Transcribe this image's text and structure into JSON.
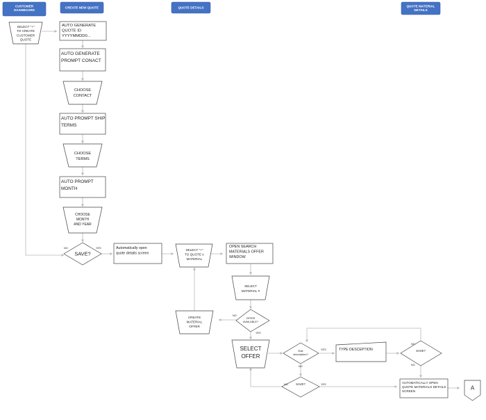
{
  "lanes": {
    "customer_dashboard": [
      "CUSTOMER",
      "DASHBOARD"
    ],
    "create_new_quote": [
      "CREATE NEW QUOTE"
    ],
    "quote_details": [
      "QUOTE DETAILS"
    ],
    "quote_material_details": [
      "QUOTE MATERIAL",
      "DETAILS"
    ]
  },
  "nodes": {
    "select_plus_create": [
      "SELECT \"+\"",
      "TO CREATE",
      "CUSTOMER",
      "QUOTE"
    ],
    "auto_quote_id": [
      "AUTO GENERATE",
      "QUOTE ID",
      "YYYYMMDD0..."
    ],
    "auto_prompt_contact": [
      "AUTO GENERATE",
      "PROMPT CONACT"
    ],
    "choose_contact": [
      "CHOOSE",
      "CONTACT"
    ],
    "auto_prompt_ship": [
      "AUTO PROMPT SHIP",
      "TERMS"
    ],
    "choose_terms": [
      "CHOOSE",
      "TERMS"
    ],
    "auto_prompt_month": [
      "AUTO PROMPT",
      "MONTH"
    ],
    "choose_month_year": [
      "CHOOSE",
      "MONTH",
      "AND YEAR"
    ],
    "save_1": [
      "SAVE?"
    ],
    "open_quote_details": [
      "Automatically open",
      "quote details screen"
    ],
    "select_plus_material": [
      "SELECT \"+\"",
      "TO QUOTE A",
      "MATERIAL"
    ],
    "open_search_window": [
      "OPEN SEARCH",
      "MATERIALS OFFER",
      "WINDOW"
    ],
    "select_material": [
      "SELECT",
      "MATERIAL #"
    ],
    "offer_available": [
      "OFFER",
      "AVAILABLE?"
    ],
    "create_material_offer": [
      "CREATE",
      "MATERIAL",
      "OFFER"
    ],
    "select_offer": [
      "SELECT",
      "OFFER"
    ],
    "edit_description": [
      "Edit",
      "description?"
    ],
    "type_description": [
      "TYPE DESCEPTION"
    ],
    "save_2": [
      "SAVE?"
    ],
    "save_3": [
      "SAVE?"
    ],
    "auto_open_material_details": [
      "AUTOMATICALLY OPEN",
      "QUOTE MATERIALS DETAILS",
      "SCREEN"
    ],
    "offpage_a": [
      "A"
    ]
  },
  "edge_labels": {
    "save1_no": "NO",
    "save1_yes": "YES",
    "offer_no": "NO",
    "offer_yes": "YES",
    "edit_yes": "YES",
    "edit_no": "NO",
    "save2_no": "NO",
    "save2_yes": "NO",
    "save3_no": "NO",
    "save3_yes": "YES"
  }
}
